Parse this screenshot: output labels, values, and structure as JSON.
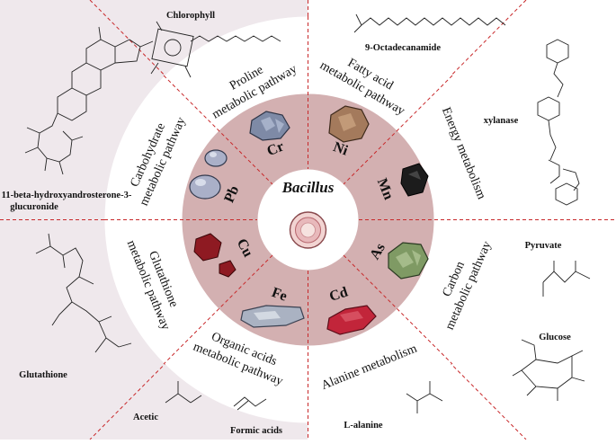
{
  "center": {
    "label": "Bacillus"
  },
  "metals": [
    "Cr",
    "Ni",
    "Mn",
    "As",
    "Cd",
    "Fe",
    "Cu",
    "Pb"
  ],
  "pathways": {
    "proline": [
      "Proline",
      "metabolic pathway"
    ],
    "fatty": [
      "Fatty acid",
      "metabolic pathway"
    ],
    "energy": [
      "Energy metabolism"
    ],
    "carbon": [
      "Carbon",
      "metabolic pathway"
    ],
    "alanine": [
      "Alanine metabolism"
    ],
    "organic": [
      "Organic acids",
      "metabolic pathway"
    ],
    "glutathione": [
      "Glutathione",
      "metabolic pathway"
    ],
    "carbohydrate": [
      "Carbohydrate",
      "metabolic pathway"
    ]
  },
  "compounds": {
    "chlorophyll": "Chlorophyll",
    "octadecanamide": "9-Octadecanamide",
    "xylanase": "xylanase",
    "pyruvate": "Pyruvate",
    "glucose": "Glucose",
    "alanine": "L-alanine",
    "acetic": "Acetic",
    "formic": "Formic acids",
    "glutathione": "Glutathione",
    "hydroxyandrosterone": [
      "11-beta-hydroxyandrosterone-3-",
      "glucuronide"
    ]
  },
  "colors": {
    "background_sector": "#efe8ec",
    "ring": "#ffffff",
    "metal_ring": "#d3b0b1",
    "divider": "#c8282a",
    "chromium": "#7e8aa6",
    "nickel": "#a47a5c",
    "manganese": "#1c1c1c",
    "arsenic": "#7f9a64",
    "cadmium": "#c2253a",
    "iron": "#aab2c2",
    "copper": "#8e1a22",
    "lead": "#aab0c8"
  }
}
